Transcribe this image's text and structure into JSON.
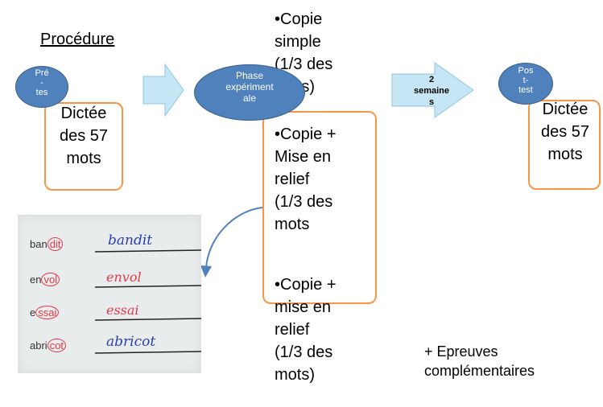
{
  "title": "Procédure",
  "pretest": {
    "ellipse_lines": [
      "Pré",
      "-",
      "tes"
    ],
    "box_lines": [
      "Dictée",
      "des 57",
      "mots"
    ]
  },
  "phase": {
    "ellipse_lines": [
      "Phase",
      "expériment",
      "ale"
    ]
  },
  "conditions": {
    "top_lines": [
      "•Copie",
      "simple",
      "(1/3 des",
      "mots)"
    ],
    "box_lines": [
      "•Copie +",
      "Mise en",
      "relief",
      "(1/3 des",
      "mots"
    ],
    "bottom_lines": [
      "•Copie +",
      "mise en",
      "relief",
      "(1/3 des",
      "mots)"
    ]
  },
  "delay": {
    "lines": [
      "2",
      "semaine",
      "s"
    ]
  },
  "posttest": {
    "ellipse_lines": [
      "Pos",
      "t-",
      "test"
    ],
    "box_lines": [
      "Dictée",
      "des 57",
      "mots"
    ]
  },
  "extra": {
    "lines": [
      "+ Epreuves",
      "complémentaires"
    ]
  },
  "photo": {
    "words": [
      {
        "plain": "ban",
        "circled": "dit",
        "handwritten": "bandit"
      },
      {
        "plain": "en",
        "circled": "vol",
        "handwritten": "envol"
      },
      {
        "plain": "e",
        "circled": "ssai",
        "handwritten": "essai"
      },
      {
        "plain": "abri",
        "circled": "cot",
        "handwritten": "abricot"
      }
    ]
  },
  "colors": {
    "ellipse": "#4f81bd",
    "arrow_fill": "#c6e6f5",
    "arrow_stroke": "#8fc6df",
    "box_border": "#f79646",
    "connector": "#4f81bd",
    "circle_ink": "#e33a4a",
    "hand_ink": "#2b3fb0"
  }
}
